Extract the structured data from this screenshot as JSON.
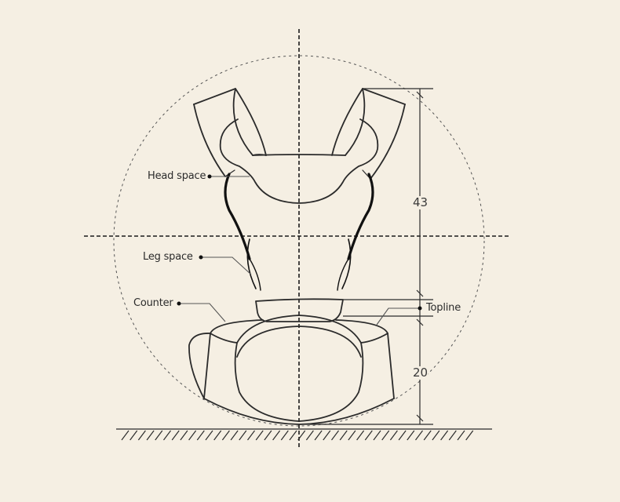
{
  "diagram": {
    "type": "baby-carrier-dimension-diagram",
    "background_color": "#f5efe3",
    "line_color": "#2b2b2b",
    "labels": {
      "head_space": "Head space",
      "leg_space": "Leg space",
      "counter": "Counter",
      "topline": "Topline"
    },
    "dimensions": {
      "upper_height": "43",
      "lower_height": "20"
    }
  }
}
